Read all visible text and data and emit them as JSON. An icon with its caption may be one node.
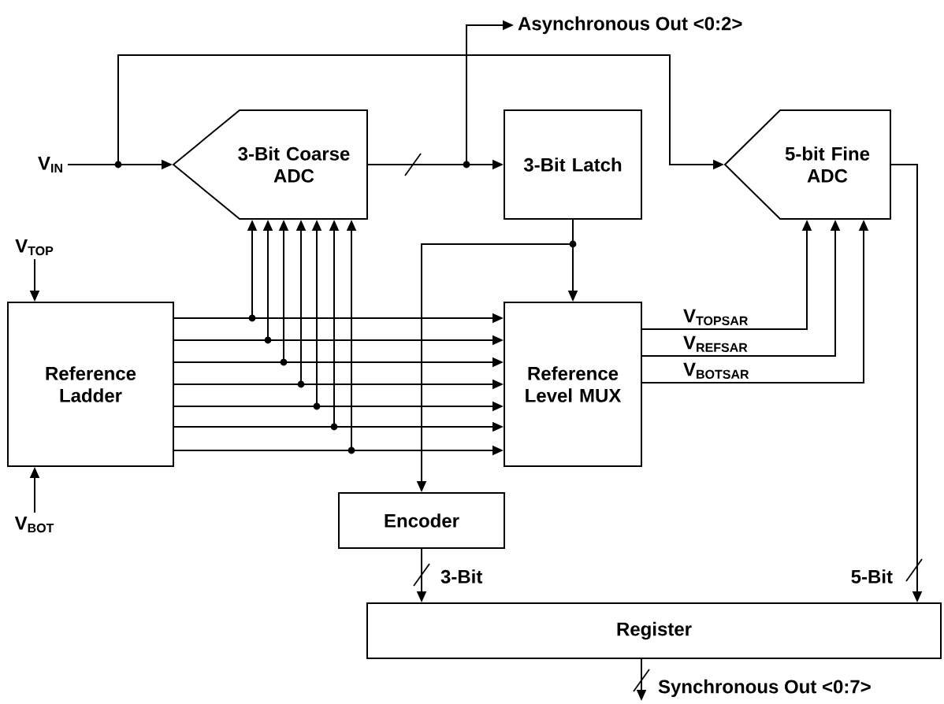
{
  "diagram": {
    "nodes": [
      {
        "text": [
          "V$_{IN}$"
        ]
      },
      {
        "text": [
          "3-Bit Coarse ADC"
        ]
      },
      {
        "text": [
          "3-Bit Latch"
        ]
      },
      {
        "text": [
          "5-bit Fine ADC"
        ]
      },
      {
        "text": [
          "Asynchronous Out <0:2>"
        ]
      },
      {
        "text": [
          "V$_{TOP}$"
        ]
      },
      {
        "text": [
          "Reference Ladder"
        ]
      },
      {
        "text": [
          "V$_{BOT}$"
        ]
      },
      {
        "text": [
          "Reference Level MUX"
        ]
      },
      {
        "text": [
          "Encoder"
        ]
      },
      {
        "text": [
          "Register"
        ]
      }
    ],
    "edges": [
      {
        "from": 0,
        "to": 1,
        "arrow": "to"
      },
      {
        "from": 0,
        "to": 3,
        "arrow": "to"
      },
      {
        "from": 1,
        "to": 2,
        "arrow": "to"
      },
      {
        "from": 1,
        "to": 4,
        "arrow": "to"
      },
      {
        "from": 2,
        "to": 8,
        "arrow": "to"
      },
      {
        "from": 2,
        "to": 9,
        "arrow": "to"
      },
      {
        "from": 5,
        "to": 6,
        "arrow": "to"
      },
      {
        "from": 7,
        "to": 6,
        "arrow": "to"
      },
      {
        "from": 6,
        "to": 8,
        "arrow": "to"
      },
      {
        "from": 6,
        "to": 8,
        "arrow": "to"
      },
      {
        "from": 6,
        "to": 8,
        "arrow": "to"
      },
      {
        "from": 6,
        "to": 8,
        "arrow": "to"
      },
      {
        "from": 6,
        "to": 8,
        "arrow": "to"
      },
      {
        "from": 6,
        "to": 8,
        "arrow": "to"
      },
      {
        "from": 6,
        "to": 8,
        "arrow": "to"
      },
      {
        "from": 6,
        "to": 1,
        "arrow": "to"
      },
      {
        "from": 6,
        "to": 1,
        "arrow": "to"
      },
      {
        "from": 6,
        "to": 1,
        "arrow": "to"
      },
      {
        "from": 6,
        "to": 1,
        "arrow": "to"
      },
      {
        "from": 6,
        "to": 1,
        "arrow": "to"
      },
      {
        "from": 6,
        "to": 1,
        "arrow": "to"
      },
      {
        "from": 6,
        "to": 1,
        "arrow": "to"
      },
      {
        "from": 8,
        "to": 3,
        "arrow": "to",
        "label": "V$_{TOPSAR}$"
      },
      {
        "from": 8,
        "to": 3,
        "arrow": "to",
        "label": "V$_{REFSAR}$"
      },
      {
        "from": 8,
        "to": 3,
        "arrow": "to",
        "label": "V$_{BOTSAR}$"
      },
      {
        "from": 3,
        "to": 10,
        "arrow": "to",
        "label": "5-Bit"
      },
      {
        "from": 9,
        "to": 10,
        "arrow": "to",
        "label": "3-Bit"
      },
      {
        "from": 10,
        "to": null,
        "arrow": "to",
        "label": "Synchronous Out <0:7>"
      }
    ]
  }
}
